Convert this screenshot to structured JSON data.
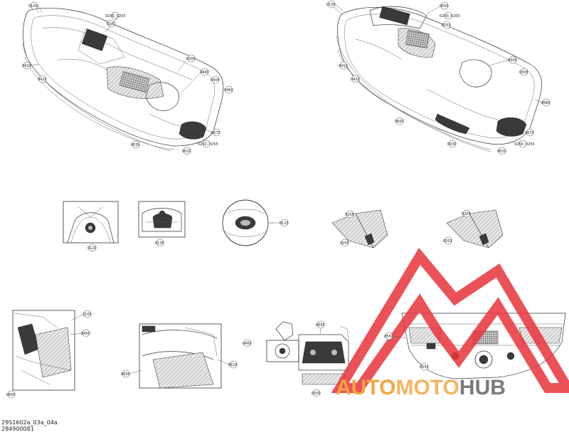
{
  "callouts": {
    "c0100_a": "0100",
    "c0200_a": "0200, 0205",
    "c0201_a": "0201",
    "c0300_a": "0300",
    "c0400_a": "0400",
    "c0405_a": "0405",
    "c0460_a": "0460",
    "c0410_a": "0410",
    "c0420_a": "0420",
    "c0670_a": "0670",
    "c0250_a": "0250, 0255",
    "c0020_a": "0020",
    "c0030_a": "0030",
    "c0100_b": "0100",
    "c0500_b": "0500",
    "c0200_b": "0200, 0205",
    "c0201_b": "0201",
    "c0300_b": "0300",
    "c0305_b": "0305",
    "c0460_b": "0460",
    "c0410_b": "0410",
    "c0420_b": "0420",
    "c0670_b": "0670",
    "c0600_b": "0600",
    "c0250_b": "0250, 0255",
    "c0030_b": "0030",
    "c0020_b": "0020",
    "c0120": "0120",
    "c0130": "0130",
    "c0110": "0110",
    "c0205_l": "0205",
    "c0200_l": "0200",
    "c0205_r": "0205",
    "c0201_r": "0201",
    "c1100": "1100",
    "c0450": "0450",
    "c0800": "0800",
    "c0050": "0050",
    "c0460_c": "0460",
    "c0500_c": "0500",
    "c0550": "0550",
    "c0650": "0650",
    "c0610": "0610",
    "c0550_d": "0550"
  },
  "footer": {
    "line1": "29S1602a_03a_04a",
    "line2": "284900081"
  },
  "watermark": {
    "part1": "AUTO",
    "part2": "MOTO",
    "part3": "HUB",
    "colors": {
      "red": "#e8343a",
      "orange": "#f2a541",
      "grey": "#7a7a7a"
    }
  }
}
